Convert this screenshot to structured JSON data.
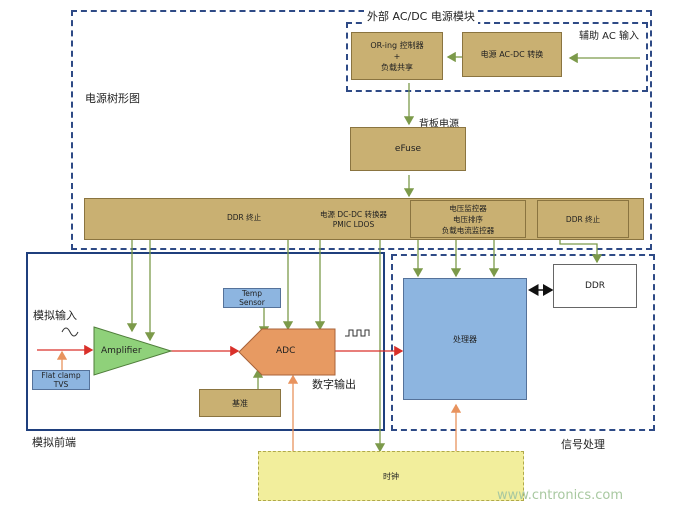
{
  "frames": {
    "ext_acdc_label": "外部 AC/DC 电源模块",
    "power_tree_label": "电源树形图",
    "analog_frontend_label": "模拟前端",
    "signal_processing_label": "信号处理"
  },
  "blocks": {
    "oring": {
      "line1": "OR-ing 控制器",
      "line2": "+",
      "line3": "负载共享"
    },
    "acdc_converter": "电源 AC-DC 转换",
    "aux_ac_input": "辅助 AC 输入",
    "backplane_power": "背板电源",
    "efuse": "eFuse",
    "ddr_term_left": "DDR 终止",
    "dcdc": {
      "line1": "电源 DC-DC 转换器",
      "line2": "PMIC LDOS"
    },
    "monitor": {
      "line1": "电压监控器",
      "line2": "电压排序",
      "line3": "负载电流监控器"
    },
    "ddr_term_right": "DDR 终止",
    "temp_sensor": {
      "line1": "Temp",
      "line2": "Sensor"
    },
    "analog_input": "模拟输入",
    "amplifier": "Amplifier",
    "adc": "ADC",
    "flat_clamp": {
      "line1": "Flat clamp",
      "line2": "TVS"
    },
    "reference": "基准",
    "digital_output": "数字输出",
    "processor": "处理器",
    "ddr": "DDR",
    "clock": "时钟"
  },
  "watermark": "www.cntronics.com",
  "colors": {
    "frame": "#2e4a86",
    "block": "#c9b072",
    "processor": "#8db5e0",
    "amplifier": "#8fd17a",
    "adc": "#e79a62",
    "clock": "#f2ee9c",
    "red_line": "#d9302a",
    "orange_line": "#e8935e",
    "green_line": "#7c9a4a"
  }
}
